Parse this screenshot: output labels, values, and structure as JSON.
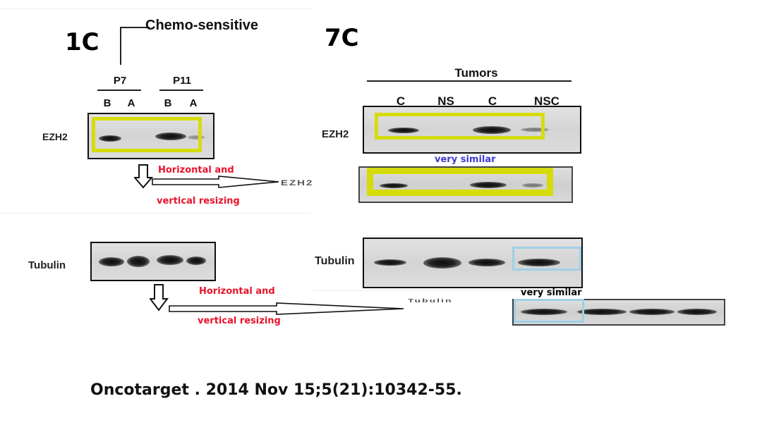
{
  "left_panel": {
    "label": "1C",
    "bracket_label": "Chemo-sensitive",
    "groups": [
      "P7",
      "P11"
    ],
    "lanes": [
      "B",
      "A",
      "B",
      "A"
    ],
    "ezh2_label": "EZH2",
    "tubulin_label": "Tubulin",
    "note1_line1": "Horizontal and",
    "note1_line2": "vertical resizing",
    "note2_line1": "Horizontal and",
    "note2_line2": "vertical resizing"
  },
  "right_panel": {
    "label": "7C",
    "group_label": "Tumors",
    "lanes": [
      "C",
      "NS",
      "C",
      "NSC"
    ],
    "lane_ns_sub": "C",
    "ezh2_label": "EZH2",
    "ezh2_copy_label": "EZH2",
    "tubulin_label": "Tubulin",
    "tubulin_copy_label": "Tubulin",
    "similar_ezh2": "very similar",
    "similar_tubulin": "very similar"
  },
  "citation": "Oncotarget . 2014 Nov 15;5(21):10342-55.",
  "colors": {
    "highlight_yellow": "#d6dc0b",
    "highlight_blue": "#9fd0e6",
    "note_red": "#e8132a",
    "similar_blue": "#3b3bcf"
  }
}
